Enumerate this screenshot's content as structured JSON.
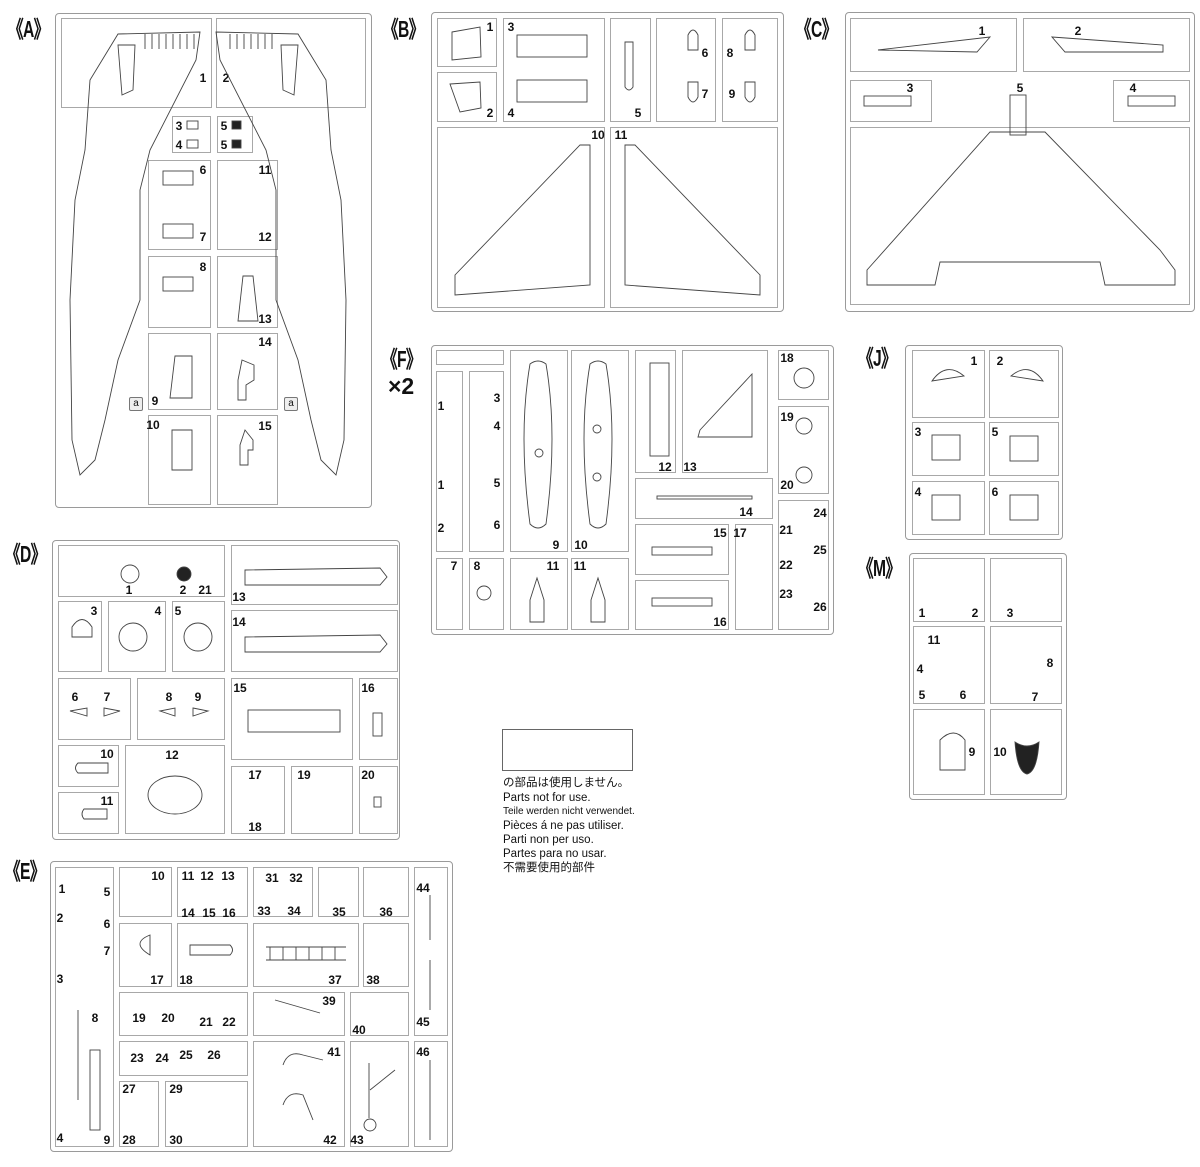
{
  "sprues": {
    "A": {
      "label": "《A》",
      "parts": [
        "1",
        "2",
        "3",
        "4",
        "5",
        "5",
        "6",
        "7",
        "11",
        "12",
        "8",
        "13",
        "14",
        "9",
        "15",
        "10",
        "a",
        "a"
      ]
    },
    "B": {
      "label": "《B》",
      "parts": [
        "1",
        "2",
        "3",
        "4",
        "5",
        "6",
        "7",
        "8",
        "9",
        "10",
        "11"
      ]
    },
    "C": {
      "label": "《C》",
      "parts": [
        "1",
        "2",
        "3",
        "4",
        "5"
      ]
    },
    "D": {
      "label": "《D》",
      "parts": [
        "1",
        "2",
        "21",
        "13",
        "3",
        "4",
        "5",
        "14",
        "6",
        "7",
        "8",
        "9",
        "15",
        "16",
        "10",
        "12",
        "11",
        "17",
        "18",
        "19",
        "20"
      ]
    },
    "E": {
      "label": "《E》",
      "parts": [
        "1",
        "5",
        "2",
        "6",
        "7",
        "3",
        "8",
        "4",
        "9",
        "10",
        "11",
        "12",
        "13",
        "14",
        "15",
        "16",
        "31",
        "32",
        "33",
        "34",
        "35",
        "36",
        "44",
        "17",
        "18",
        "37",
        "38",
        "19",
        "20",
        "21",
        "22",
        "39",
        "40",
        "45",
        "23",
        "24",
        "25",
        "26",
        "27",
        "28",
        "29",
        "30",
        "41",
        "42",
        "43",
        "46"
      ]
    },
    "F": {
      "label": "《F》",
      "multiplier": "×2",
      "parts": [
        "1",
        "1",
        "2",
        "3",
        "4",
        "5",
        "6",
        "9",
        "10",
        "12",
        "13",
        "18",
        "19",
        "20",
        "14",
        "15",
        "17",
        "21",
        "24",
        "22",
        "25",
        "23",
        "26",
        "16",
        "7",
        "8",
        "11",
        "11"
      ]
    },
    "J": {
      "label": "《J》",
      "parts": [
        "1",
        "2",
        "3",
        "5",
        "4",
        "6"
      ]
    },
    "M": {
      "label": "《M》",
      "parts": [
        "1",
        "2",
        "3",
        "11",
        "4",
        "5",
        "6",
        "8",
        "7",
        "9",
        "10"
      ]
    }
  },
  "legend": {
    "lines": [
      "の部品は使用しません。",
      "Parts not for use.",
      "Teile werden nicht verwendet.",
      "Pièces á ne pas utiliser.",
      "Parti non per uso.",
      "Partes para no usar.",
      "不需要使用的部件"
    ]
  }
}
